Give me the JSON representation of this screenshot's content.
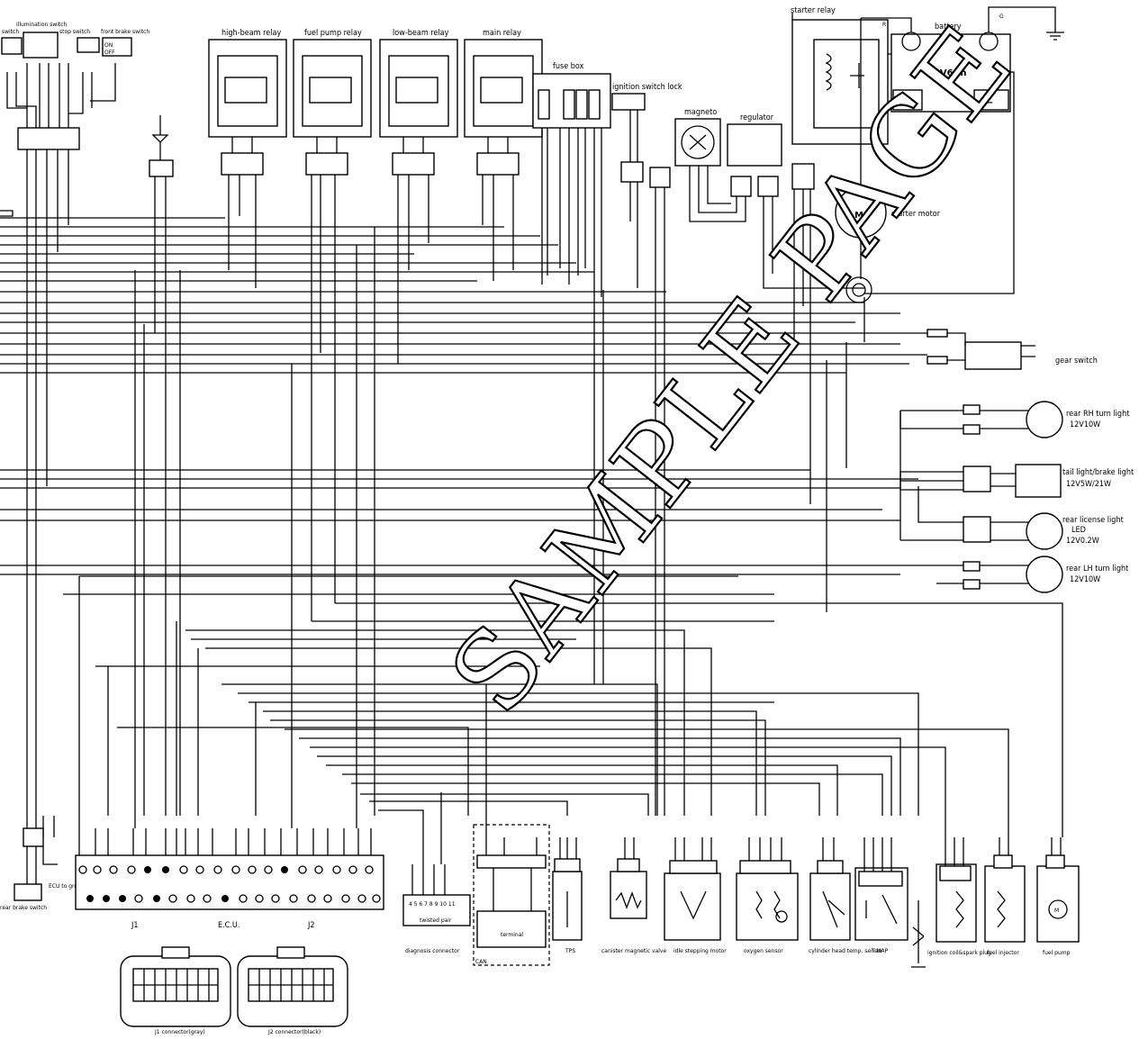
{
  "diagram": {
    "watermark": "SAMPLE PAGE",
    "top_left": {
      "switch": "switch",
      "illumination_switch": "illumination switch",
      "stop_switch": "stop switch",
      "front_brake_switch": "front brake switch",
      "on": "ON",
      "off": "OFF"
    },
    "relays": [
      {
        "label": "high-beam relay"
      },
      {
        "label": "fuel pump relay"
      },
      {
        "label": "low-beam relay"
      },
      {
        "label": "main relay"
      }
    ],
    "fuse_box": "fuse box",
    "ignition_switch_lock": "ignition switch lock",
    "magneto": "magneto",
    "regulator": "regulator",
    "starter_relay": "starter relay",
    "battery": {
      "label": "battery",
      "rating": "12V6Ah",
      "plus": "+",
      "minus": "−",
      "r_wire": "R",
      "g_wire": "G"
    },
    "starter_motor": {
      "label": "starter motor",
      "symbol": "M"
    },
    "gear_switch": "gear switch",
    "rear_rh_turn": {
      "label": "rear RH turn light",
      "rating": "12V10W"
    },
    "tail_light": {
      "label": "tail light/brake light",
      "rating": "12V5W/21W"
    },
    "license_light": {
      "label": "rear license light",
      "sub": "LED",
      "rating": "12V0.2W"
    },
    "rear_lh_turn": {
      "label": "rear LH turn light",
      "rating": "12V10W"
    },
    "left": {
      "rear_brake_switch": "rear brake switch",
      "ecu_to_ground": "ECU to ground"
    },
    "ecu": {
      "label": "E.C.U.",
      "j1": "J1",
      "j2": "J2"
    },
    "diagnosis": {
      "label": "diagnosis connector",
      "twisted_pair": "twisted pair",
      "pins": "4 5 6 7 8 9 10 11"
    },
    "can": {
      "label": "CAN",
      "sub": "terminal"
    },
    "components": [
      {
        "label": "TPS"
      },
      {
        "label": "canister magnetic valve"
      },
      {
        "label": "idle stepping motor"
      },
      {
        "label": "oxygen sensor"
      },
      {
        "label": "cylinder head temp. sensor"
      },
      {
        "label": "T-MAP"
      },
      {
        "label": "ignition coil&spark plug"
      },
      {
        "label": "fuel injector"
      },
      {
        "label": "fuel pump"
      }
    ],
    "connectors": {
      "j1": "J1 connector(gray)",
      "j2": "J2 connector(black)"
    },
    "fuel_pump_symbol": "M"
  }
}
